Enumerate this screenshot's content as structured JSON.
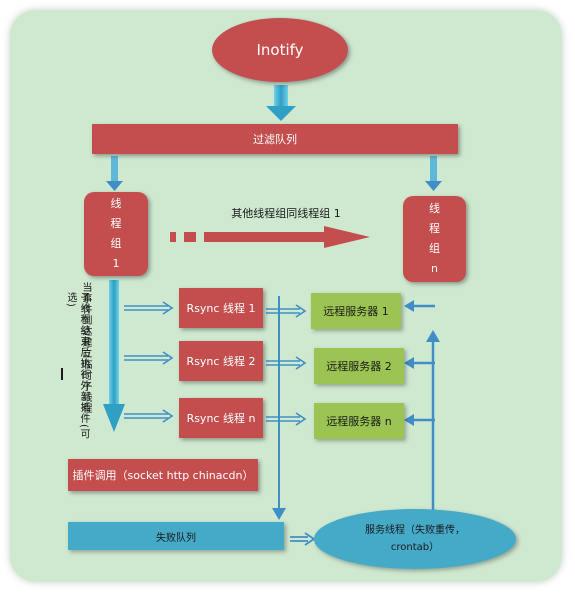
{
  "diagram": {
    "inotify": "Inotify",
    "filter_queue": "过滤队列",
    "thread_group_1": "线程组1",
    "thread_group_n": "线程组n",
    "other_groups_note": "其他线程组同线程组 1",
    "rsync_1": "Rsync 线程 1",
    "rsync_2": "Rsync 线程 2",
    "rsync_n": "Rsync 线程 n",
    "remote_1": "远程服务器 1",
    "remote_2": "远程服务器 2",
    "remote_n": "远程服务器 n",
    "event_note": "当事件到达建立临时子线程",
    "child_note": "子线程结束后执行外部插件(可选)",
    "plugin_call": "插件调用（socket http chinacdn）",
    "fail_queue": "失败队列",
    "service_line1": "服务线程（失败重传，",
    "service_line2": "crontab）"
  },
  "colors": {
    "panel": "#cfe8d0",
    "red": "#c44e4e",
    "green": "#9bc452",
    "blue": "#45a9c8",
    "arrow": "#3f8fc6"
  }
}
